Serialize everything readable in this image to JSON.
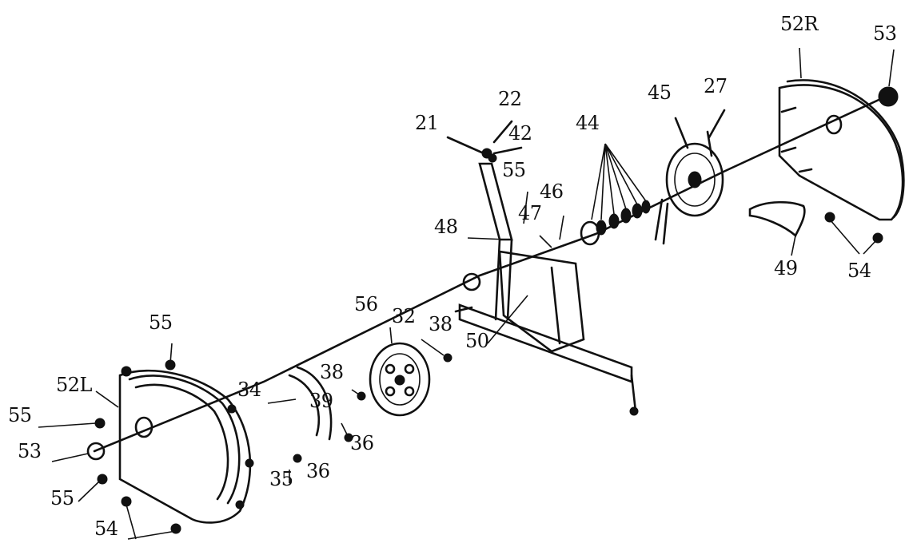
{
  "diagram": {
    "callouts": {
      "c52R": "52R",
      "c53_top": "53",
      "c22": "22",
      "c21": "21",
      "c42": "42",
      "c55_upper": "55",
      "c44": "44",
      "c45": "45",
      "c27": "27",
      "c46": "46",
      "c47": "47",
      "c48": "48",
      "c49": "49",
      "c54_right": "54",
      "c50": "50",
      "c56": "56",
      "c32": "32",
      "c38_upper": "38",
      "c38_lower": "38",
      "c55_left_top": "55",
      "c52L": "52L",
      "c34": "34",
      "c39": "39",
      "c55_left_mid": "55",
      "c53_left": "53",
      "c36_a": "36",
      "c36_b": "36",
      "c35": "35",
      "c55_left_bot": "55",
      "c54_left": "54"
    }
  }
}
